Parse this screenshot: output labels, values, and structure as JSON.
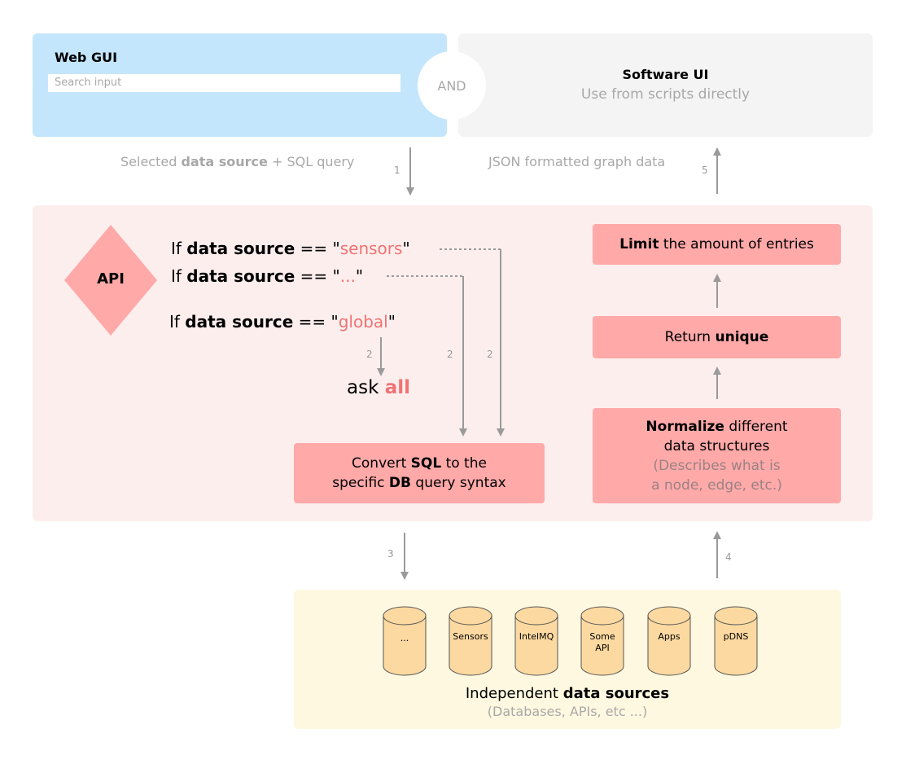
{
  "web_gui": {
    "title": "Web GUI",
    "search_placeholder": "Search input"
  },
  "and_label": "AND",
  "software_ui": {
    "title": "Software UI",
    "subtitle": "Use from scripts directly"
  },
  "edges": {
    "e1": {
      "number": "1",
      "label_pre": "Selected ",
      "label_bold": "data source",
      "label_post": " + SQL query"
    },
    "e5": {
      "number": "5",
      "label": "JSON formatted graph data"
    },
    "e2a": "2",
    "e2b": "2",
    "e2c": "2",
    "e3": "3",
    "e4": "4"
  },
  "api": {
    "label": "API",
    "conditions": [
      {
        "prefix": "If ",
        "bold": "data source",
        "op": " == \"",
        "value": "sensors",
        "suffix": "\""
      },
      {
        "prefix": "If ",
        "bold": "data source",
        "op": " == \"",
        "value": "...",
        "suffix": "\""
      },
      {
        "prefix": "If ",
        "bold": "data source",
        "op": " == \"",
        "value": "global",
        "suffix": "\""
      }
    ],
    "ask_all": {
      "pre": "ask ",
      "bold": "all"
    },
    "convert": {
      "l1_pre": "Convert ",
      "l1_bold": "SQL",
      "l1_post": " to the",
      "l2_pre": "specific ",
      "l2_bold": "DB",
      "l2_post": " query syntax"
    },
    "limit": {
      "bold": "Limit",
      "post": " the amount of entries"
    },
    "unique": {
      "pre": "Return ",
      "bold": "unique"
    },
    "normalize": {
      "bold": "Normalize",
      "l1_post": " different",
      "l2": "data structures",
      "l3": "(Describes what is",
      "l4": "a node, edge, etc.)"
    }
  },
  "data_sources": {
    "items": [
      "...",
      "Sensors",
      "IntelMQ",
      "Some API",
      "Apps",
      "pDNS"
    ],
    "title_pre": "Independent ",
    "title_bold": "data sources",
    "subtitle": "(Databases, APIs, etc ...)"
  },
  "colors": {
    "web_gui_bg": "#c4e6fc",
    "api_bg": "#fdeeee",
    "box_fill": "#ffa9a9",
    "accent_text": "#f07373",
    "ds_bg": "#fef8e0",
    "db_fill": "#fcd9a0"
  }
}
